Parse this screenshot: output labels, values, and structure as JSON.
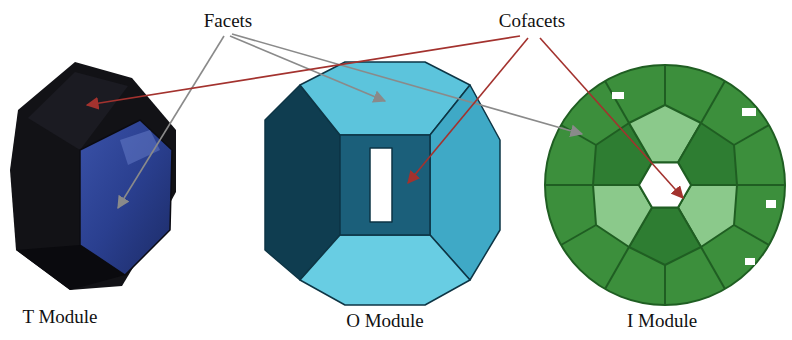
{
  "diagram": {
    "labels": [
      "Facets",
      "Cofacets",
      "T Module",
      "O Module",
      "I Module"
    ]
  }
}
